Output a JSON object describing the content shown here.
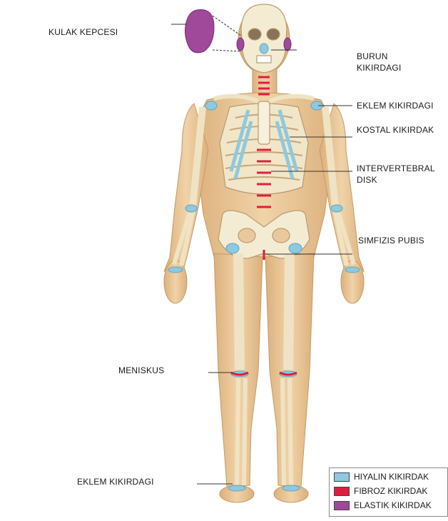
{
  "labels": {
    "ear": "KULAK KEPCESI",
    "nose_line1": "BURUN",
    "nose_line2": "KIKIRDAGI",
    "joint_upper": "EKLEM KIKIRDAGI",
    "costal": "KOSTAL KIKIRDAK",
    "intervertebral_line1": "INTERVERTEBRAL",
    "intervertebral_line2": "DISK",
    "symphysis": "SIMFIZIS PUBIS",
    "meniscus": "MENISKUS",
    "joint_lower": "EKLEM KIKIRDAGI"
  },
  "legend": [
    {
      "label": "HIYALIN KIKIRDAK",
      "color": "#8ec9e0"
    },
    {
      "label": "FIBROZ KIKIRDAK",
      "color": "#e01e3c"
    },
    {
      "label": "ELASTIK KIKIRDAK",
      "color": "#a0489a"
    }
  ],
  "colors": {
    "skin": "#e9c99c",
    "bone": "#f4ecd2",
    "hyaline": "#8ec9e0",
    "fibrous": "#e01e3c",
    "elastic": "#a0489a"
  }
}
